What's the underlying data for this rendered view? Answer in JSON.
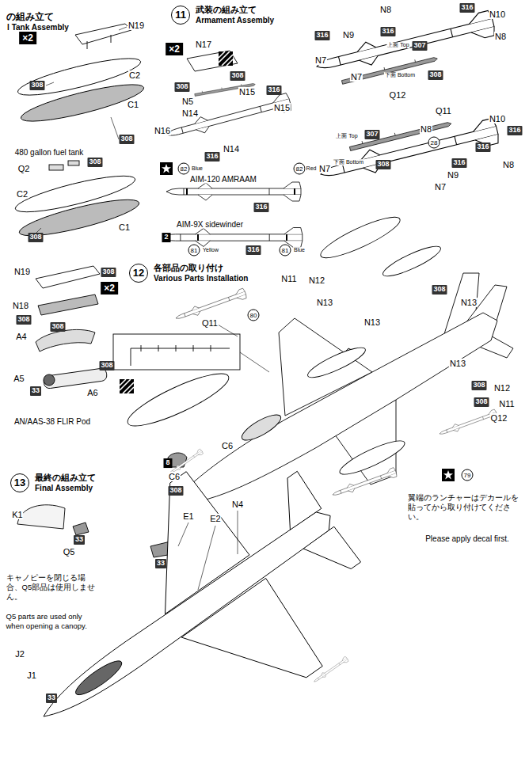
{
  "diagram": {
    "nodes": [
      {
        "text": [
          "×2"
        ]
      },
      {
        "text": [
          "11",
          "武装の組み立て",
          "Armament Assembly"
        ]
      },
      {
        "text": [
          "×2"
        ]
      },
      {
        "text": [
          "×2"
        ]
      },
      {
        "text": [
          "12",
          "各部品の取り付け",
          "Various Parts Installation"
        ]
      },
      {
        "text": [
          "13",
          "最終の組み立て",
          "Final Assembly"
        ]
      }
    ],
    "labels": [
      "の組み立て",
      "l Tank Assembly",
      "N19",
      "308",
      "C2",
      "C1",
      "308",
      "480 gallon fuel tank",
      "Q2",
      "308",
      "C2",
      "C1",
      "308",
      "N19",
      "308",
      "N18",
      "308",
      "A4",
      "308",
      "308",
      "A5",
      "33",
      "A6",
      "AN/AAS-38 FLIR Pod",
      "N17",
      "308",
      "308",
      "N5",
      "N15",
      "316",
      "N14",
      "N16",
      "N15",
      "N14",
      "316",
      "82",
      "Blue",
      "82",
      "Red",
      "AIM-120 AMRAAM",
      "316",
      "AIM-9X sidewinder",
      "2",
      "81",
      "Yellow",
      "316",
      "81",
      "Blue",
      "N8",
      "316",
      "N10",
      "N8",
      "316",
      "N9",
      "316",
      "上面 Top",
      "307",
      "N7",
      "N7",
      "下面 Bottom",
      "308",
      "Q12",
      "Q11",
      "N8",
      "N10",
      "316",
      "上面 Top",
      "307",
      "28",
      "316",
      "下面 Bottom",
      "308",
      "316",
      "N8",
      "N9",
      "N7",
      "N7",
      "N11",
      "N12",
      "N13",
      "N13",
      "Q11",
      "80",
      "308",
      "N13",
      "N13",
      "308",
      "N12",
      "308",
      "N11",
      "Q12",
      "C6",
      "8",
      "C6",
      "308",
      "79",
      "翼端のランチャーはデカールを貼ってから取り付けてください。",
      "Please apply decal first.",
      "K1",
      "33",
      "Q5",
      "33",
      "E1",
      "N4",
      "E2",
      "キャノピーを閉じる場合、Q5部品は使用しません。",
      "Q5 parts are used only when opening a canopy.",
      "J2",
      "J1",
      "33"
    ]
  }
}
